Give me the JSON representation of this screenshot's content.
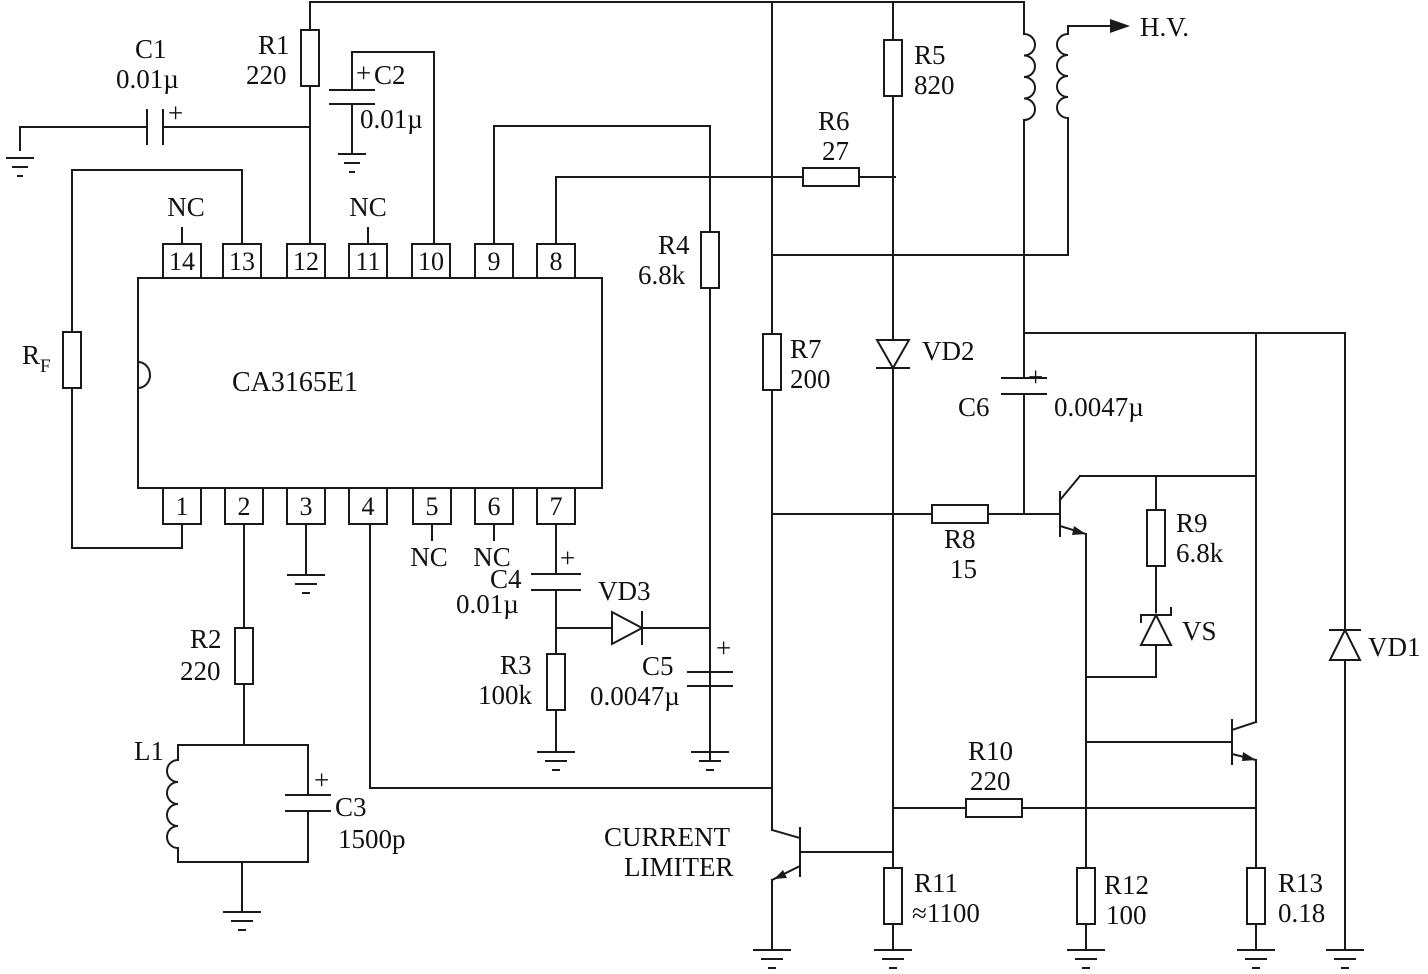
{
  "chip": {
    "name": "CA3165E1"
  },
  "pins": [
    "1",
    "2",
    "3",
    "4",
    "5",
    "6",
    "7",
    "8",
    "9",
    "10",
    "11",
    "12",
    "13",
    "14"
  ],
  "nc": "NC",
  "components": {
    "C1": {
      "name": "C1",
      "value": "0.01µ"
    },
    "C2": {
      "name": "C2",
      "value": "0.01µ"
    },
    "C3": {
      "name": "C3",
      "value": "1500p"
    },
    "C4": {
      "name": "C4",
      "value": "0.01µ"
    },
    "C5": {
      "name": "C5",
      "value": "0.0047µ"
    },
    "C6": {
      "name": "C6",
      "value": "0.0047µ"
    },
    "R1": {
      "name": "R1",
      "value": "220"
    },
    "R2": {
      "name": "R2",
      "value": "220"
    },
    "R3": {
      "name": "R3",
      "value": "100k"
    },
    "R4": {
      "name": "R4",
      "value": "6.8k"
    },
    "R5": {
      "name": "R5",
      "value": "820"
    },
    "R6": {
      "name": "R6",
      "value": "27"
    },
    "R7": {
      "name": "R7",
      "value": "200"
    },
    "R8": {
      "name": "R8",
      "value": "15"
    },
    "R9": {
      "name": "R9",
      "value": "6.8k"
    },
    "R10": {
      "name": "R10",
      "value": "220"
    },
    "R11": {
      "name": "R11",
      "value": "≈1100"
    },
    "R12": {
      "name": "R12",
      "value": "100"
    },
    "R13": {
      "name": "R13",
      "value": "0.18"
    },
    "RF": {
      "name": "R",
      "sub": "F"
    },
    "L1": {
      "name": "L1"
    },
    "VD1": {
      "name": "VD1"
    },
    "VD2": {
      "name": "VD2"
    },
    "VD3": {
      "name": "VD3"
    },
    "VS": {
      "name": "VS"
    }
  },
  "labels": {
    "hv": "H.V.",
    "current_limiter_line1": "CURRENT",
    "current_limiter_line2": "LIMITER"
  },
  "symbols": {
    "plus": "+"
  }
}
